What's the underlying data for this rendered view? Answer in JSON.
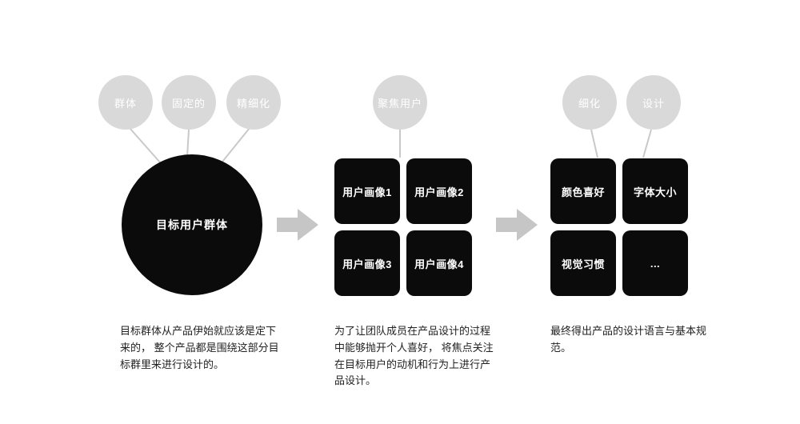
{
  "colors": {
    "bubble_gray": "#d9d9d9",
    "line_gray": "#c9c9c9",
    "arrow_gray": "#c6c6c6",
    "block_black": "#0b0b0b",
    "caption_color": "#222222",
    "page_bg": "#ffffff"
  },
  "sections": {
    "left": {
      "bubbles": [
        {
          "label": "群体"
        },
        {
          "label": "固定的"
        },
        {
          "label": "精细化"
        }
      ],
      "circle_label": "目标用户群体",
      "caption": "目标群体从产品伊始就应该是定下来的， 整个产品都是围绕这部分目标群里来进行设计的。"
    },
    "middle": {
      "bubbles": [
        {
          "label": "聚焦用户"
        }
      ],
      "cards": [
        "用户画像1",
        "用户画像2",
        "用户画像3",
        "用户画像4"
      ],
      "caption": "为了让团队成员在产品设计的过程中能够抛开个人喜好， 将焦点关注在目标用户的动机和行为上进行产品设计。"
    },
    "right": {
      "bubbles": [
        {
          "label": "细化"
        },
        {
          "label": "设计"
        }
      ],
      "cards": [
        "颜色喜好",
        "字体大小",
        "视觉习惯",
        "..."
      ],
      "caption": "最终得出产品的设计语言与基本规范。"
    }
  }
}
